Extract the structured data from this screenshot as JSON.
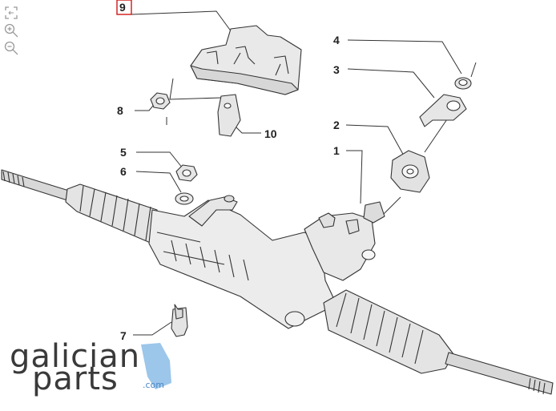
{
  "toolbar": {
    "tools": [
      {
        "id": "fit",
        "icon": "fit-screen-icon"
      },
      {
        "id": "zoom-in",
        "icon": "zoom-in-icon"
      },
      {
        "id": "zoom-out",
        "icon": "zoom-out-icon"
      }
    ]
  },
  "diagram": {
    "selected_callout": "9",
    "callouts": [
      "1",
      "2",
      "3",
      "4",
      "5",
      "6",
      "7",
      "8",
      "9",
      "10"
    ]
  },
  "logo": {
    "line1": "galician",
    "line2": "parts",
    "suffix": ".com",
    "accent_color": "#9cc6ea"
  }
}
